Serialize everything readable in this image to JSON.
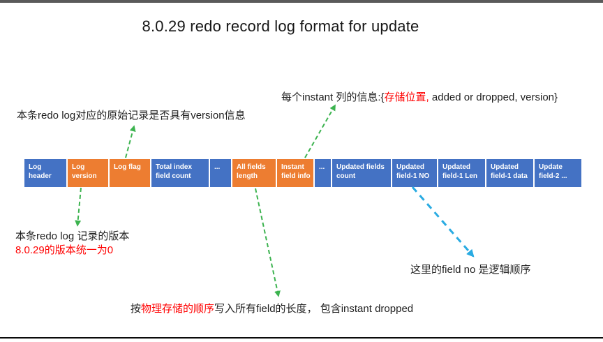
{
  "page": {
    "title": "8.0.29 redo record log format for update"
  },
  "colors": {
    "blue": "#4472C4",
    "orange": "#ED7D31",
    "green_arrow": "#3CB34F",
    "cyan_arrow": "#29ABE2",
    "red_text": "#FF0000",
    "top_bar": "#5A5A5A",
    "bottom_line": "#0A0A0A"
  },
  "record_fields": [
    {
      "label": "Log\nheader",
      "color": "blue",
      "width": 60
    },
    {
      "label": "Log\nversion",
      "color": "orange",
      "width": 58
    },
    {
      "label": "Log flag",
      "color": "orange",
      "width": 58
    },
    {
      "label": "Total index\nfield count",
      "color": "blue",
      "width": 82
    },
    {
      "label": "...",
      "color": "blue",
      "width": 30
    },
    {
      "label": "All fields\nlength",
      "color": "orange",
      "width": 62
    },
    {
      "label": "Instant\nfield info",
      "color": "orange",
      "width": 52
    },
    {
      "label": "...",
      "color": "blue",
      "width": 23
    },
    {
      "label": "Updated fields\ncount",
      "color": "blue",
      "width": 84
    },
    {
      "label": "Updated\nfield-1 NO",
      "color": "blue",
      "width": 64
    },
    {
      "label": "Updated\nfield-1 Len",
      "color": "blue",
      "width": 67
    },
    {
      "label": "Updated\nfield-1 data",
      "color": "blue",
      "width": 67
    },
    {
      "label": "Update\nfield-2 ...",
      "color": "blue",
      "width": 67
    }
  ],
  "annotations": {
    "version_flag": "本条redo log对应的原始记录是否具有version信息",
    "instant_info_prefix": "每个instant 列的信息:{",
    "instant_info_red": "存储位置,",
    "instant_info_suffix": " added or dropped, version}",
    "log_version_line1": "本条redo log 记录的版本",
    "log_version_line2_red": "8.0.29的版本统一为0",
    "all_fields_prefix": "按",
    "all_fields_red": "物理存储的顺序",
    "all_fields_suffix": "写入所有field的长度， 包含instant dropped",
    "field_no": "这里的field no 是逻辑顺序"
  }
}
